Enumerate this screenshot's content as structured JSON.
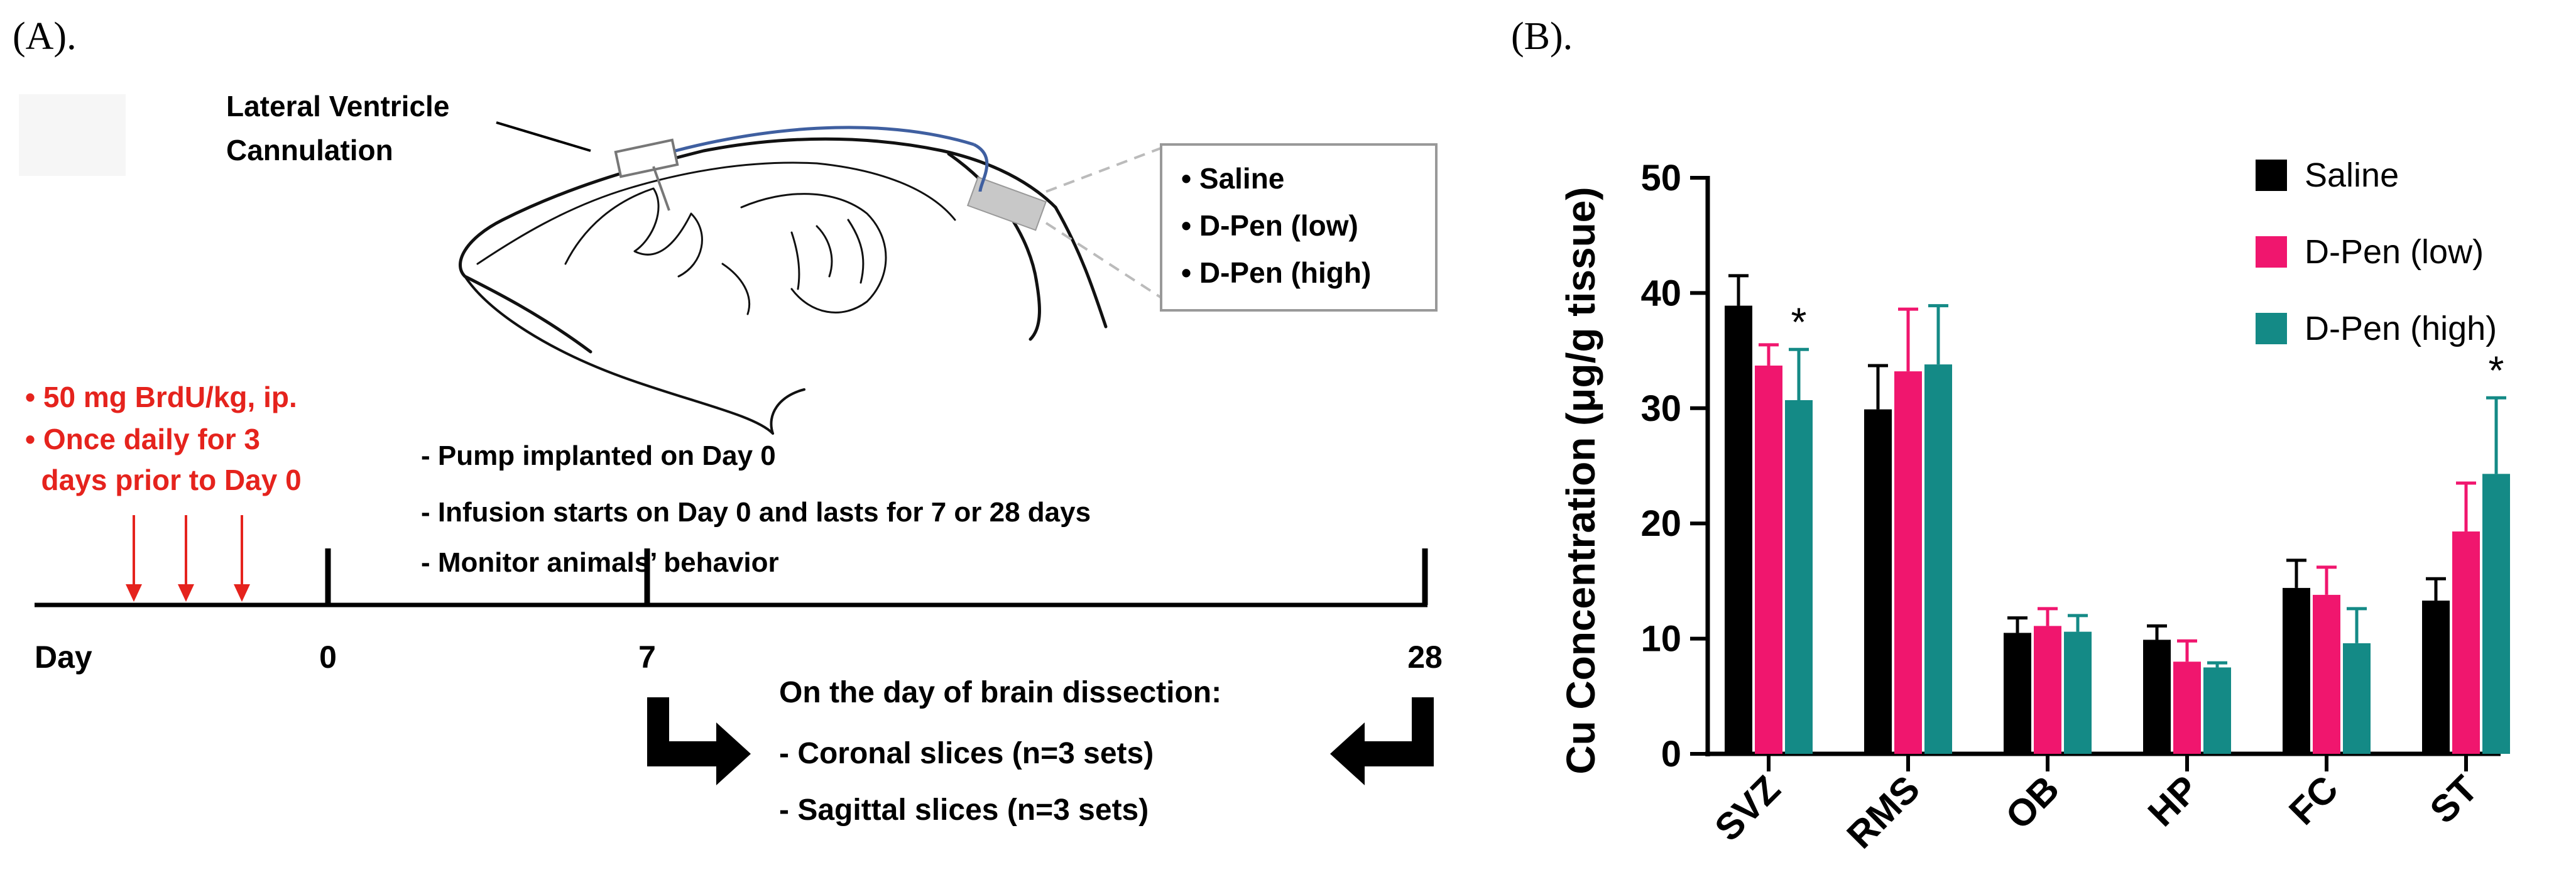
{
  "panel_a": {
    "label": "(A).",
    "cannulation_label_line1": "Lateral Ventricle",
    "cannulation_label_line2": "Cannulation",
    "groups": [
      "• Saline",
      "• D-Pen (low)",
      "• D-Pen (high)"
    ],
    "brdu_lines": [
      "• 50 mg BrdU/kg, ip.",
      "• Once daily for 3",
      "  days prior to Day 0"
    ],
    "notes": [
      "- Pump implanted on Day 0",
      "- Infusion starts on Day 0 and lasts for 7 or 28 days",
      "- Monitor animals’ behavior"
    ],
    "timeline": {
      "day_label": "Day",
      "ticks": [
        "0",
        "7",
        "28"
      ]
    },
    "dissection_title": "On the day of brain dissection:",
    "dissection_items": [
      "- Coronal slices (n=3 sets)",
      "- Sagittal slices (n=3 sets)"
    ],
    "colors": {
      "red": "#e5231d",
      "tube": "#3f5fa0"
    }
  },
  "panel_b": {
    "label": "(B)."
  },
  "chart_data": {
    "type": "bar",
    "title": "",
    "xlabel": "",
    "ylabel": "Cu Concentration (μg/g tissue)",
    "ylim": [
      0,
      50
    ],
    "yticks": [
      "0",
      "10",
      "20",
      "30",
      "40",
      "50"
    ],
    "categories": [
      "SVZ",
      "RMS",
      "OB",
      "HP",
      "FC",
      "ST"
    ],
    "legend_position": "top-right",
    "series": [
      {
        "name": "Saline",
        "color": "#000000",
        "values": [
          38.9,
          29.9,
          10.5,
          9.9,
          14.4,
          13.3
        ],
        "errors": [
          2.6,
          3.8,
          1.3,
          1.2,
          2.4,
          1.9
        ]
      },
      {
        "name": "D-Pen (low)",
        "color": "#f0166e",
        "values": [
          33.7,
          33.2,
          11.1,
          8.0,
          13.8,
          19.3
        ],
        "errors": [
          1.8,
          5.4,
          1.5,
          1.8,
          2.4,
          4.2
        ]
      },
      {
        "name": "D-Pen (high)",
        "color": "#148a86",
        "values": [
          30.7,
          33.8,
          10.6,
          7.5,
          9.6,
          24.3
        ],
        "errors": [
          4.4,
          5.1,
          1.4,
          0.4,
          3.0,
          6.6
        ]
      }
    ],
    "significance": [
      {
        "category": "SVZ",
        "series": "D-Pen (high)",
        "mark": "*"
      },
      {
        "category": "ST",
        "series": "D-Pen (high)",
        "mark": "*"
      }
    ]
  }
}
